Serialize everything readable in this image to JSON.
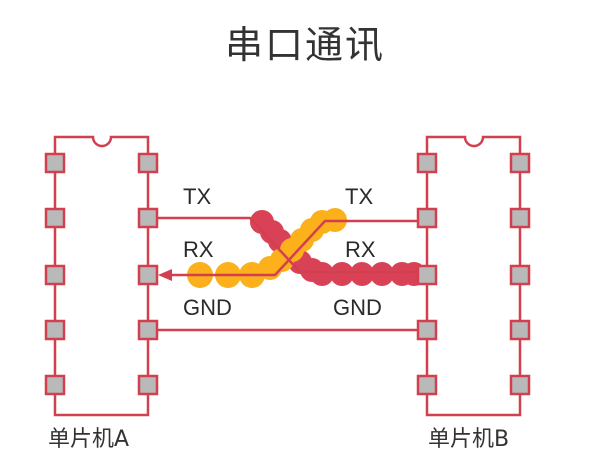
{
  "title": "串口通讯",
  "colors": {
    "chip_outline": "#d2404f",
    "pin_fill": "#b9b9b9",
    "pin_border": "#d2404f",
    "wire": "#d2404f",
    "tx_signal": "#d94256",
    "rx_signal": "#fbb01c",
    "text": "#333333"
  },
  "chips": [
    {
      "id": "A",
      "label": "单片机A"
    },
    {
      "id": "B",
      "label": "单片机B"
    }
  ],
  "signals": {
    "left": {
      "tx": "TX",
      "rx": "RX",
      "gnd": "GND"
    },
    "right": {
      "tx": "TX",
      "rx": "RX",
      "gnd": "GND"
    }
  },
  "connections": [
    {
      "name": "A.TX → B.RX",
      "from": "A.TX",
      "to": "B.RX"
    },
    {
      "name": "B.TX → A.RX",
      "from": "B.TX",
      "to": "A.RX"
    },
    {
      "name": "GND ↔ GND",
      "from": "A.GND",
      "to": "B.GND"
    }
  ]
}
